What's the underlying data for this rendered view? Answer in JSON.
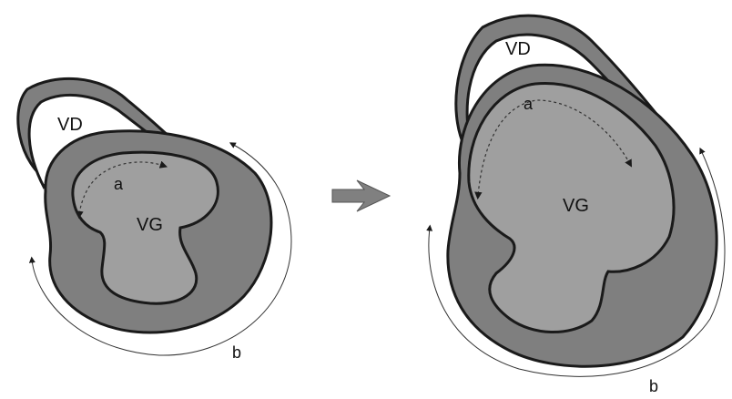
{
  "left_heart": {
    "rv_label": "VD",
    "lv_label": "VG",
    "arrow_a_label": "a",
    "arrow_b_label": "b"
  },
  "right_heart": {
    "rv_label": "VD",
    "lv_label": "VG",
    "arrow_a_label": "a",
    "arrow_b_label": "b"
  },
  "colors": {
    "wall_dark": "#7f7f7f",
    "cavity_light": "#9f9f9f",
    "outline": "#1a1a1a",
    "arrow_fill": "#808080",
    "background": "#ffffff"
  }
}
